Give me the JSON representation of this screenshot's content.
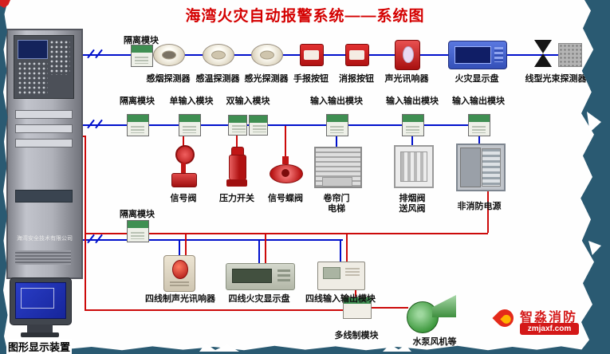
{
  "title": "海湾火灾自动报警系统——系统图",
  "colors": {
    "line_blue": "#0010cc",
    "line_red": "#cc0a0a",
    "edge_teal": "#2a5a72",
    "title_red": "#d40000"
  },
  "cabinet": {
    "name_plate": "海湾安全技术有限公司"
  },
  "graphic_display": {
    "label": "图形显示装置"
  },
  "loop1": {
    "isolator": "隔离模块",
    "devices": [
      {
        "label": "感烟探测器"
      },
      {
        "label": "感温探测器"
      },
      {
        "label": "感光探测器"
      },
      {
        "label": "手报按钮"
      },
      {
        "label": "消报按钮"
      },
      {
        "label": "声光讯响器"
      },
      {
        "label": "火灾显示盘"
      },
      {
        "label": "线型光束探测器"
      }
    ]
  },
  "loop2": {
    "modules": [
      {
        "label": "隔离模块"
      },
      {
        "label": "单输入模块"
      },
      {
        "label": "双输入模块"
      },
      {
        "label": "输入输出模块"
      },
      {
        "label": "输入输出模块"
      },
      {
        "label": "输入输出模块"
      }
    ],
    "devices": [
      {
        "label": "信号阀"
      },
      {
        "label": "压力开关"
      },
      {
        "label": "信号蝶阀"
      },
      {
        "label": "卷帘门",
        "label2": "电梯"
      },
      {
        "label": "排烟阀",
        "label2": "送风阀"
      },
      {
        "label": "非消防电源"
      }
    ]
  },
  "loop3": {
    "isolator": "隔离模块",
    "devices": [
      {
        "label": "四线制声光讯响器"
      },
      {
        "label": "四线火灾显示盘"
      },
      {
        "label": "四线输入输出模块"
      }
    ],
    "outputs": [
      {
        "label": "多线制模块"
      },
      {
        "label": "水泵风机等"
      }
    ]
  },
  "logo": {
    "name": "智淼消防",
    "site": "zmjaxf.com"
  }
}
